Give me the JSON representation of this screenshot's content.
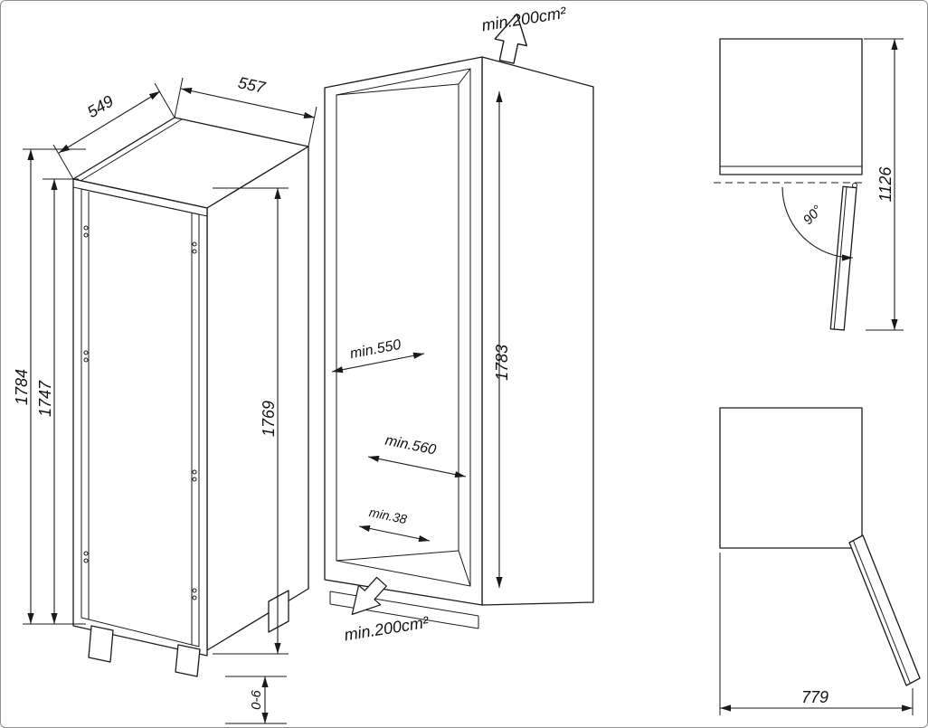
{
  "diagram": {
    "type": "built-in refrigerator installation dimension drawing",
    "appliance": {
      "depth_label": "549",
      "width_label": "557",
      "height_overall_label": "1784",
      "door_height_label": "1747",
      "body_height_label": "1769",
      "feet_range_label": "0-6"
    },
    "niche": {
      "vent_top_label": "min.200cm²",
      "vent_bottom_label": "min.200cm²",
      "depth_label": "min.550",
      "width_label": "min.560",
      "plinth_label": "min.38",
      "height_label": "1783"
    },
    "plan_view": {
      "depth_open_label": "1126",
      "angle_label": "90°"
    },
    "side_view": {
      "width_open_label": "779"
    }
  }
}
